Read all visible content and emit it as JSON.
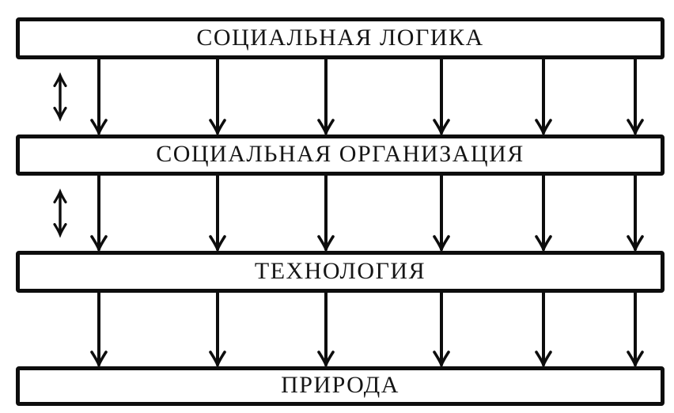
{
  "diagram": {
    "background_color": "#ffffff",
    "ink_color": "#0d0d0d",
    "boxes": [
      {
        "id": "social-logic",
        "label": "СОЦИАЛЬНАЯ ЛОГИКА"
      },
      {
        "id": "social-organization",
        "label": "СОЦИАЛЬНАЯ ОРГАНИЗАЦИЯ"
      },
      {
        "id": "technology",
        "label": "ТЕХНОЛОГИЯ"
      },
      {
        "id": "nature",
        "label": "ПРИРОДА"
      }
    ],
    "connections": [
      {
        "from": "СОЦИАЛЬНАЯ ЛОГИКА",
        "to": "СОЦИАЛЬНАЯ ОРГАНИЗАЦИЯ",
        "down_arrows": 6,
        "left_bidirectional_arrow": true
      },
      {
        "from": "СОЦИАЛЬНАЯ ОРГАНИЗАЦИЯ",
        "to": "ТЕХНОЛОГИЯ",
        "down_arrows": 6,
        "left_bidirectional_arrow": true
      },
      {
        "from": "ТЕХНОЛОГИЯ",
        "to": "ПРИРОДА",
        "down_arrows": 6,
        "left_bidirectional_arrow": false
      }
    ]
  }
}
